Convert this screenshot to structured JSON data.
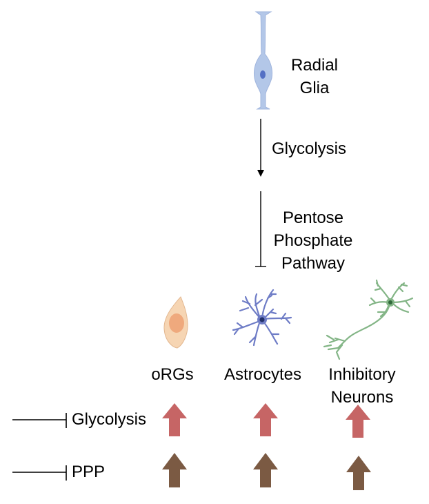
{
  "progenitor": {
    "label_line1": "Radial",
    "label_line2": "Glia"
  },
  "pathways": {
    "glycolysis_label": "Glycolysis",
    "ppp_line1": "Pentose",
    "ppp_line2": "Phosphate",
    "ppp_line3": "Pathway"
  },
  "cell_types": [
    {
      "label": "oRGs"
    },
    {
      "label": "Astrocytes"
    },
    {
      "label_line1": "Inhibitory",
      "label_line2": "Neurons"
    }
  ],
  "inhibition_rows": [
    {
      "label": "Glycolysis",
      "arrow_color": "#c66565"
    },
    {
      "label": "PPP",
      "arrow_color": "#7b5a43"
    }
  ],
  "colors": {
    "radial_glia": "#b3c7e8",
    "radial_glia_nucleus": "#5470c4",
    "org_body": "#f6d5b3",
    "org_nucleus": "#efa97d",
    "astrocyte": "#6e7cc6",
    "astrocyte_nucleus": "#22306a",
    "neuron": "#83b586",
    "neuron_nucleus": "#2f6a3a"
  }
}
